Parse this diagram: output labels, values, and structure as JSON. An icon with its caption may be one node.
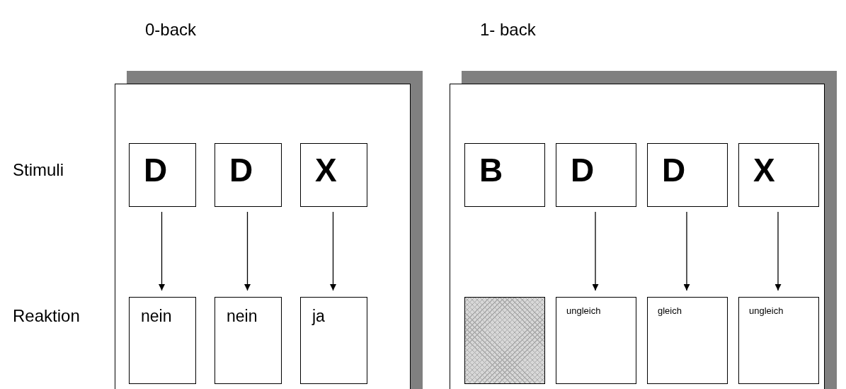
{
  "diagram": {
    "nodes": [
      {
        "text": [
          "0-back"
        ]
      },
      {
        "text": [
          "D"
        ],
        "in": 0
      },
      {
        "text": [
          "D"
        ],
        "in": 0
      },
      {
        "text": [
          "X"
        ],
        "in": 0
      },
      {
        "text": [
          "nein"
        ],
        "in": 0
      },
      {
        "text": [
          "nein"
        ],
        "in": 0
      },
      {
        "text": [
          "ja"
        ],
        "in": 0
      },
      {
        "text": [
          "1- back"
        ]
      },
      {
        "text": [
          "B"
        ],
        "in": 7
      },
      {
        "text": [
          "D"
        ],
        "in": 7
      },
      {
        "text": [
          "D"
        ],
        "in": 7
      },
      {
        "text": [
          "X"
        ],
        "in": 7
      },
      {
        "text": [],
        "shape": "box",
        "in": 7
      },
      {
        "text": [
          "ungleich"
        ],
        "in": 7
      },
      {
        "text": [
          "gleich"
        ],
        "in": 7
      },
      {
        "text": [
          "ungleich"
        ],
        "in": 7
      }
    ],
    "edges": [
      {
        "from": 1,
        "to": 4,
        "arrow": "to"
      },
      {
        "from": 2,
        "to": 5,
        "arrow": "to"
      },
      {
        "from": 3,
        "to": 6,
        "arrow": "to"
      },
      {
        "from": 9,
        "to": 13,
        "arrow": "to"
      },
      {
        "from": 10,
        "to": 14,
        "arrow": "to"
      },
      {
        "from": 11,
        "to": 15,
        "arrow": "to"
      }
    ],
    "labels": [
      "Stimuli",
      "Reaktion"
    ]
  }
}
